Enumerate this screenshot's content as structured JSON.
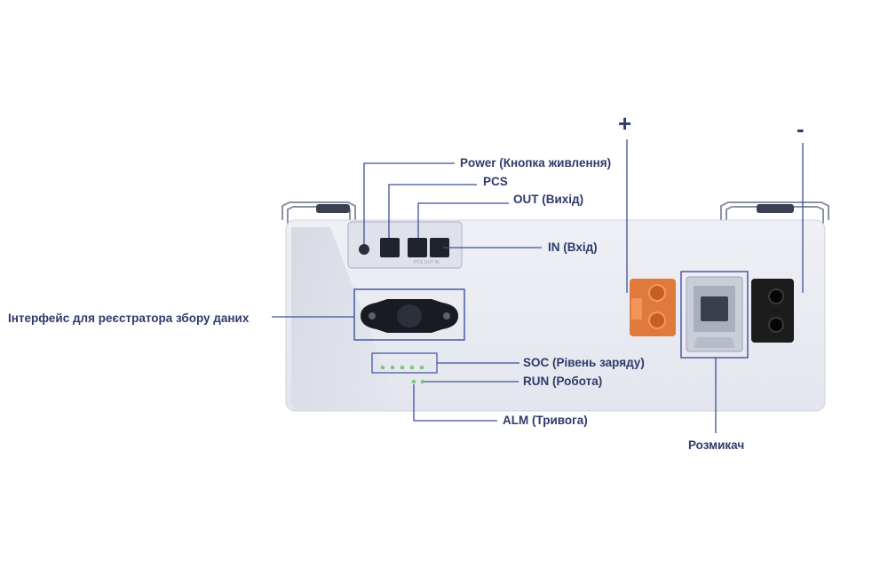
{
  "labels": {
    "plus": "+",
    "minus": "-",
    "power": "Power (Кнопка живлення)",
    "pcs": "PCS",
    "out": "OUT (Вихід)",
    "in": "IN (Вхід)",
    "datalogger": "Інтерфейс для реєстратора збору даних",
    "soc": "SOC (Рівень заряду)",
    "run": "RUN (Робота)",
    "alm": "ALM (Тривога)",
    "breaker": "Розмикач"
  },
  "colors": {
    "label_text": "#2f3a6b",
    "leader_line": "#3d4f9e",
    "panel": "#e9ebf1",
    "positive_terminal": "#e07a3c",
    "negative_terminal": "#1c1c1c",
    "led": "#7bc97b"
  }
}
